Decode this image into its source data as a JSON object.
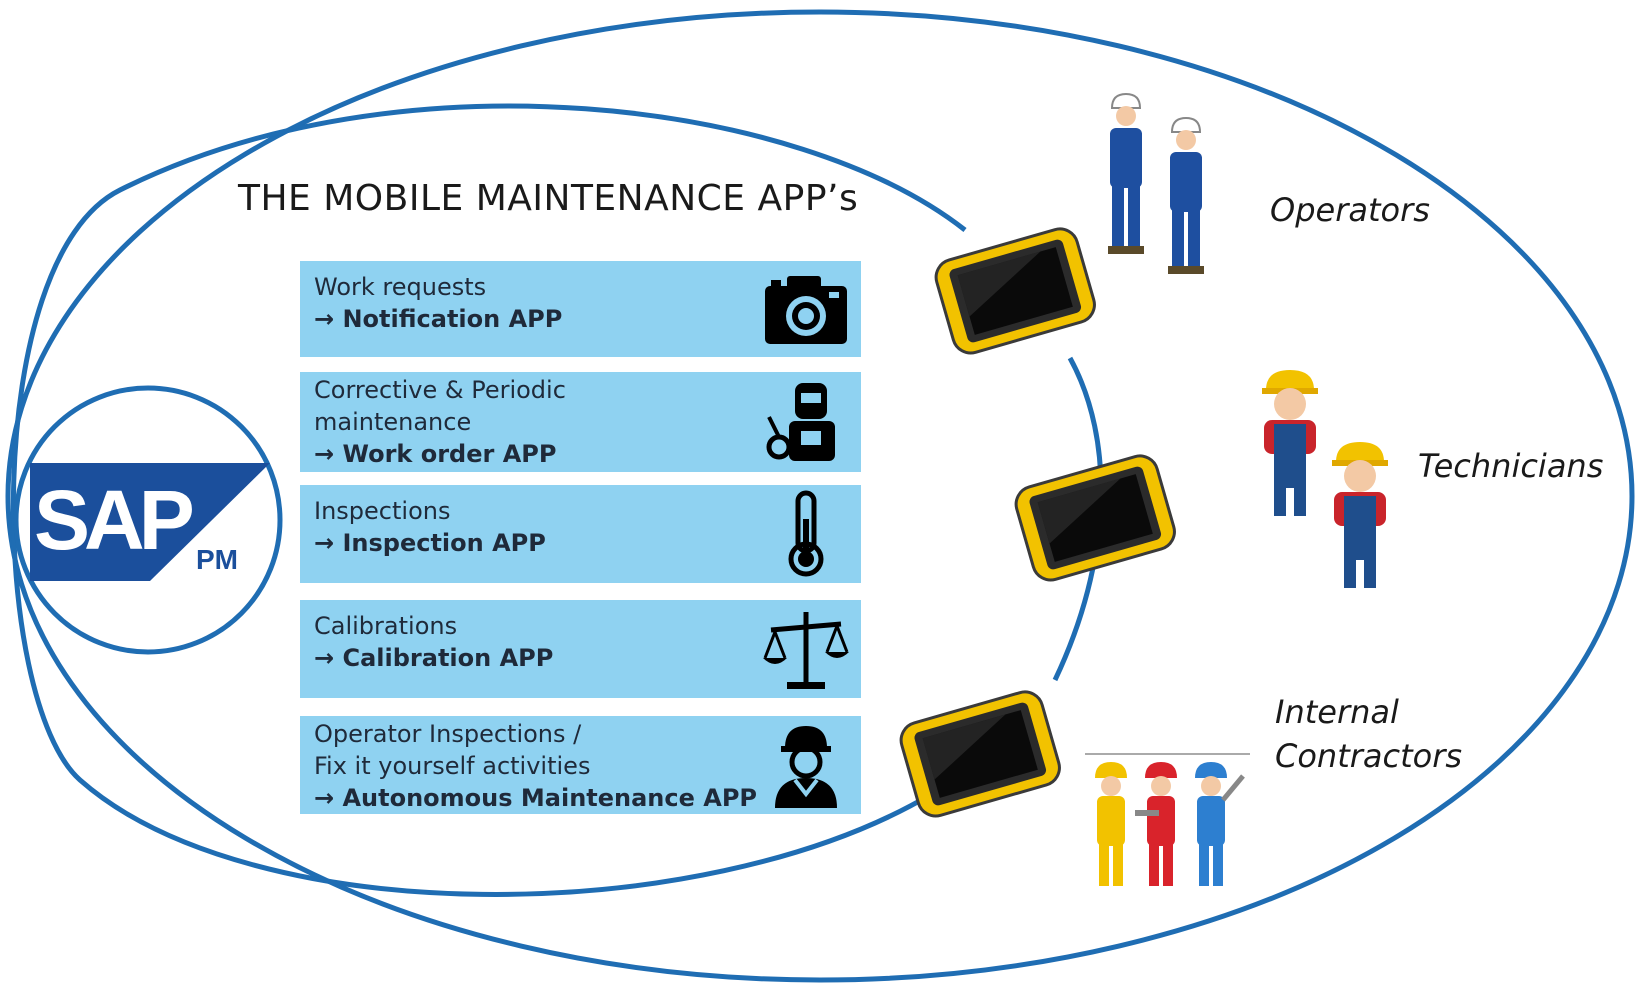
{
  "title": "THE MOBILE MAINTENANCE APP’s",
  "sap": {
    "logo_text": "SAP",
    "sub_text": "PM"
  },
  "apps": [
    {
      "desc": "Work requests",
      "name": "→ Notification APP",
      "icon": "camera-icon"
    },
    {
      "desc": "Corrective & Periodic\nmaintenance",
      "name": "→ Work order APP",
      "icon": "welder-icon"
    },
    {
      "desc": "Inspections",
      "name": "→ Inspection APP",
      "icon": "thermometer-icon"
    },
    {
      "desc": "Calibrations",
      "name": "→ Calibration APP",
      "icon": "scale-icon"
    },
    {
      "desc": "Operator Inspections  /\nFix it yourself activities",
      "name": "→ Autonomous Maintenance APP",
      "icon": "worker-icon"
    }
  ],
  "roles": [
    {
      "label": "Operators"
    },
    {
      "label": "Technicians"
    },
    {
      "label": "Internal\nContractors"
    }
  ],
  "colors": {
    "ellipse": "#1f6db3",
    "box": "#8fd2f1",
    "sap_blue": "#1b4f9c",
    "tablet_yellow": "#f2c200"
  }
}
